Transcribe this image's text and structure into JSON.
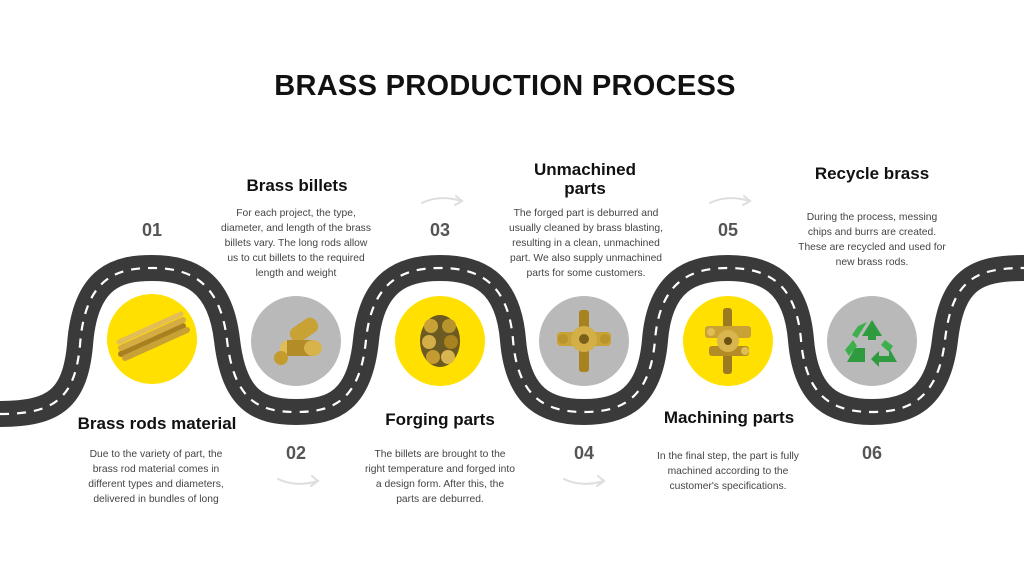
{
  "title": "BRASS PRODUCTION PROCESS",
  "colors": {
    "road": "#3a3a3a",
    "road_dash": "#ffffff",
    "yellow": "#ffe000",
    "grey": "#b9b9b9",
    "brass": "#c9a235",
    "recycle_green": "#2e9c3e",
    "arrow": "#dedede"
  },
  "steps": [
    {
      "number": "01",
      "title": "Brass rods material",
      "description": "Due to the variety of part, the brass rod material comes in different types and diameters, delivered in bundles of long",
      "icon": "brass-rods-icon"
    },
    {
      "number": "02",
      "title": "Brass billets",
      "description": "For each project, the type, diameter, and length of the brass billets vary. The long rods allow us to cut billets to the required length and weight",
      "icon": "brass-billets-icon"
    },
    {
      "number": "03",
      "title": "Forging parts",
      "description": "The billets are brought to the right temperature and forged into a design form. After this, the parts are deburred.",
      "icon": "forged-parts-icon"
    },
    {
      "number": "04",
      "title": "Unmachined parts",
      "description": "The forged part is deburred and usually cleaned by brass blasting, resulting in a clean, unmachined part. We also supply unmachined parts for some customers.",
      "icon": "unmachined-part-icon"
    },
    {
      "number": "05",
      "title": "Machining parts",
      "description": "In the final step, the part is fully machined according to the customer's specifications.",
      "icon": "machined-part-icon"
    },
    {
      "number": "06",
      "title": "Recycle brass",
      "description": "During the process, messing chips and burrs are created. These are recycled and used for new brass rods.",
      "icon": "recycle-icon"
    }
  ]
}
